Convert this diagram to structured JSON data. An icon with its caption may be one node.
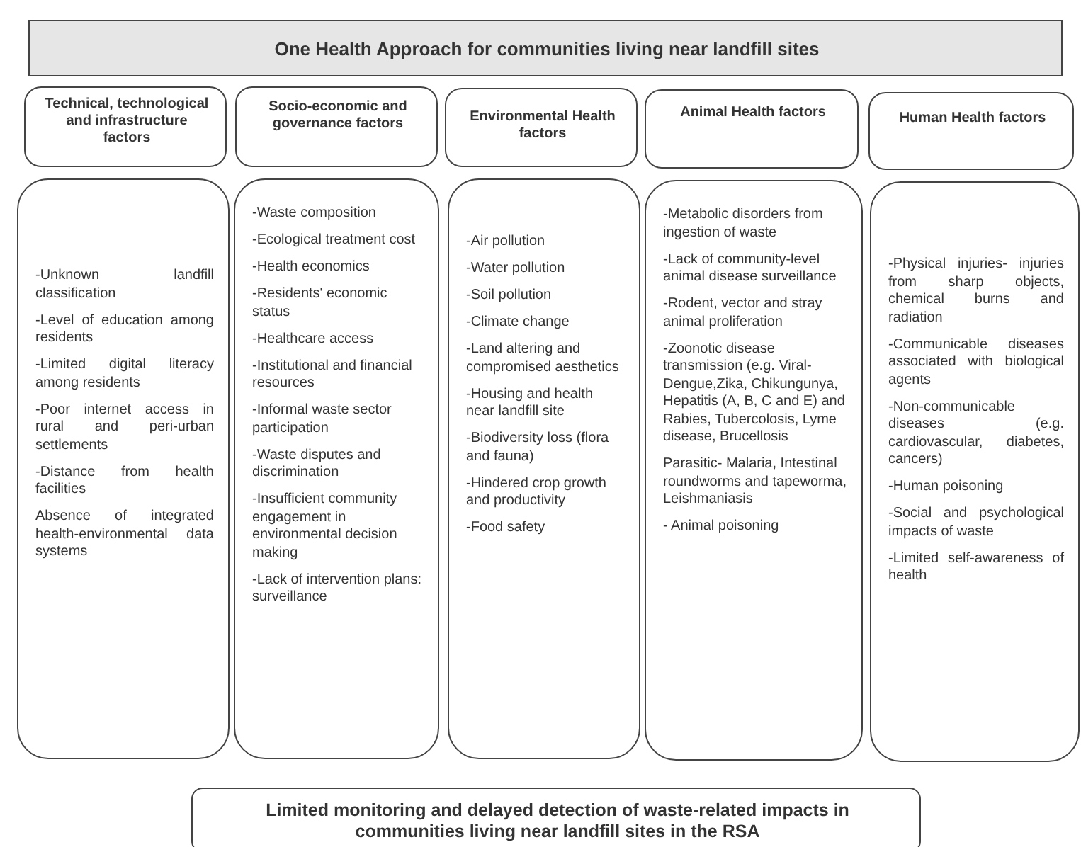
{
  "diagram": {
    "nodes": [
      {
        "text": [
          "One Health Approach for communities living near landfill sites"
        ]
      },
      {
        "text": [
          "Technical, technological and infrastructure factors"
        ]
      },
      {
        "text": [
          "Socio-economic and governance factors"
        ]
      },
      {
        "text": [
          "Environmental Health factors"
        ]
      },
      {
        "text": [
          "Animal Health factors"
        ]
      },
      {
        "text": [
          "Human Health factors"
        ]
      },
      {
        "text": [
          "-Unknown landfill classification",
          "-Level of education among residents",
          "-Limited digital literacy among residents",
          "-Poor internet access in rural and peri-urban settlements",
          "-Distance from health facilities",
          "Absence of integrated health-environmental data systems"
        ]
      },
      {
        "text": [
          "-Waste composition",
          "-Ecological treatment cost",
          "-Health economics",
          "-Residents' economic status",
          "-Healthcare access",
          "-Institutional and financial resources",
          "-Informal waste sector participation",
          "-Waste disputes and discrimination",
          "-Insufficient community engagement in environmental decision making",
          "-Lack of intervention plans: surveillance"
        ]
      },
      {
        "text": [
          "-Air pollution",
          "-Water pollution",
          "-Soil pollution",
          "-Climate change",
          "-Land altering and compromised aesthetics",
          "-Housing and health near landfill site",
          "-Biodiversity loss (flora and fauna)",
          "-Hindered crop growth and productivity",
          "-Food safety"
        ]
      },
      {
        "text": [
          "-Metabolic disorders from ingestion of waste",
          "-Lack of community-level animal disease surveillance",
          "-Rodent, vector and stray animal proliferation",
          "-Zoonotic disease transmission (e.g. Viral- Dengue,Zika, Chikungunya, Hepatitis (A, B, C and E) and Rabies, Tubercolosis, Lyme disease, Brucellosis",
          "Parasitic- Malaria, Intestinal roundworms and tapeworma, Leishmaniasis",
          "- Animal poisoning"
        ]
      },
      {
        "text": [
          "-Physical injuries- injuries from sharp objects, chemical burns and radiation",
          "-Communicable diseases associated with biological agents",
          "-Non-communicable diseases (e.g. cardiovascular, diabetes, cancers)",
          "-Human poisoning",
          "-Social and psychological impacts of waste",
          "-Limited self-awareness of health"
        ]
      },
      {
        "text": [
          "Limited monitoring and delayed detection of waste-related impacts in communities living near landfill sites in the RSA"
        ]
      }
    ],
    "edges": []
  }
}
